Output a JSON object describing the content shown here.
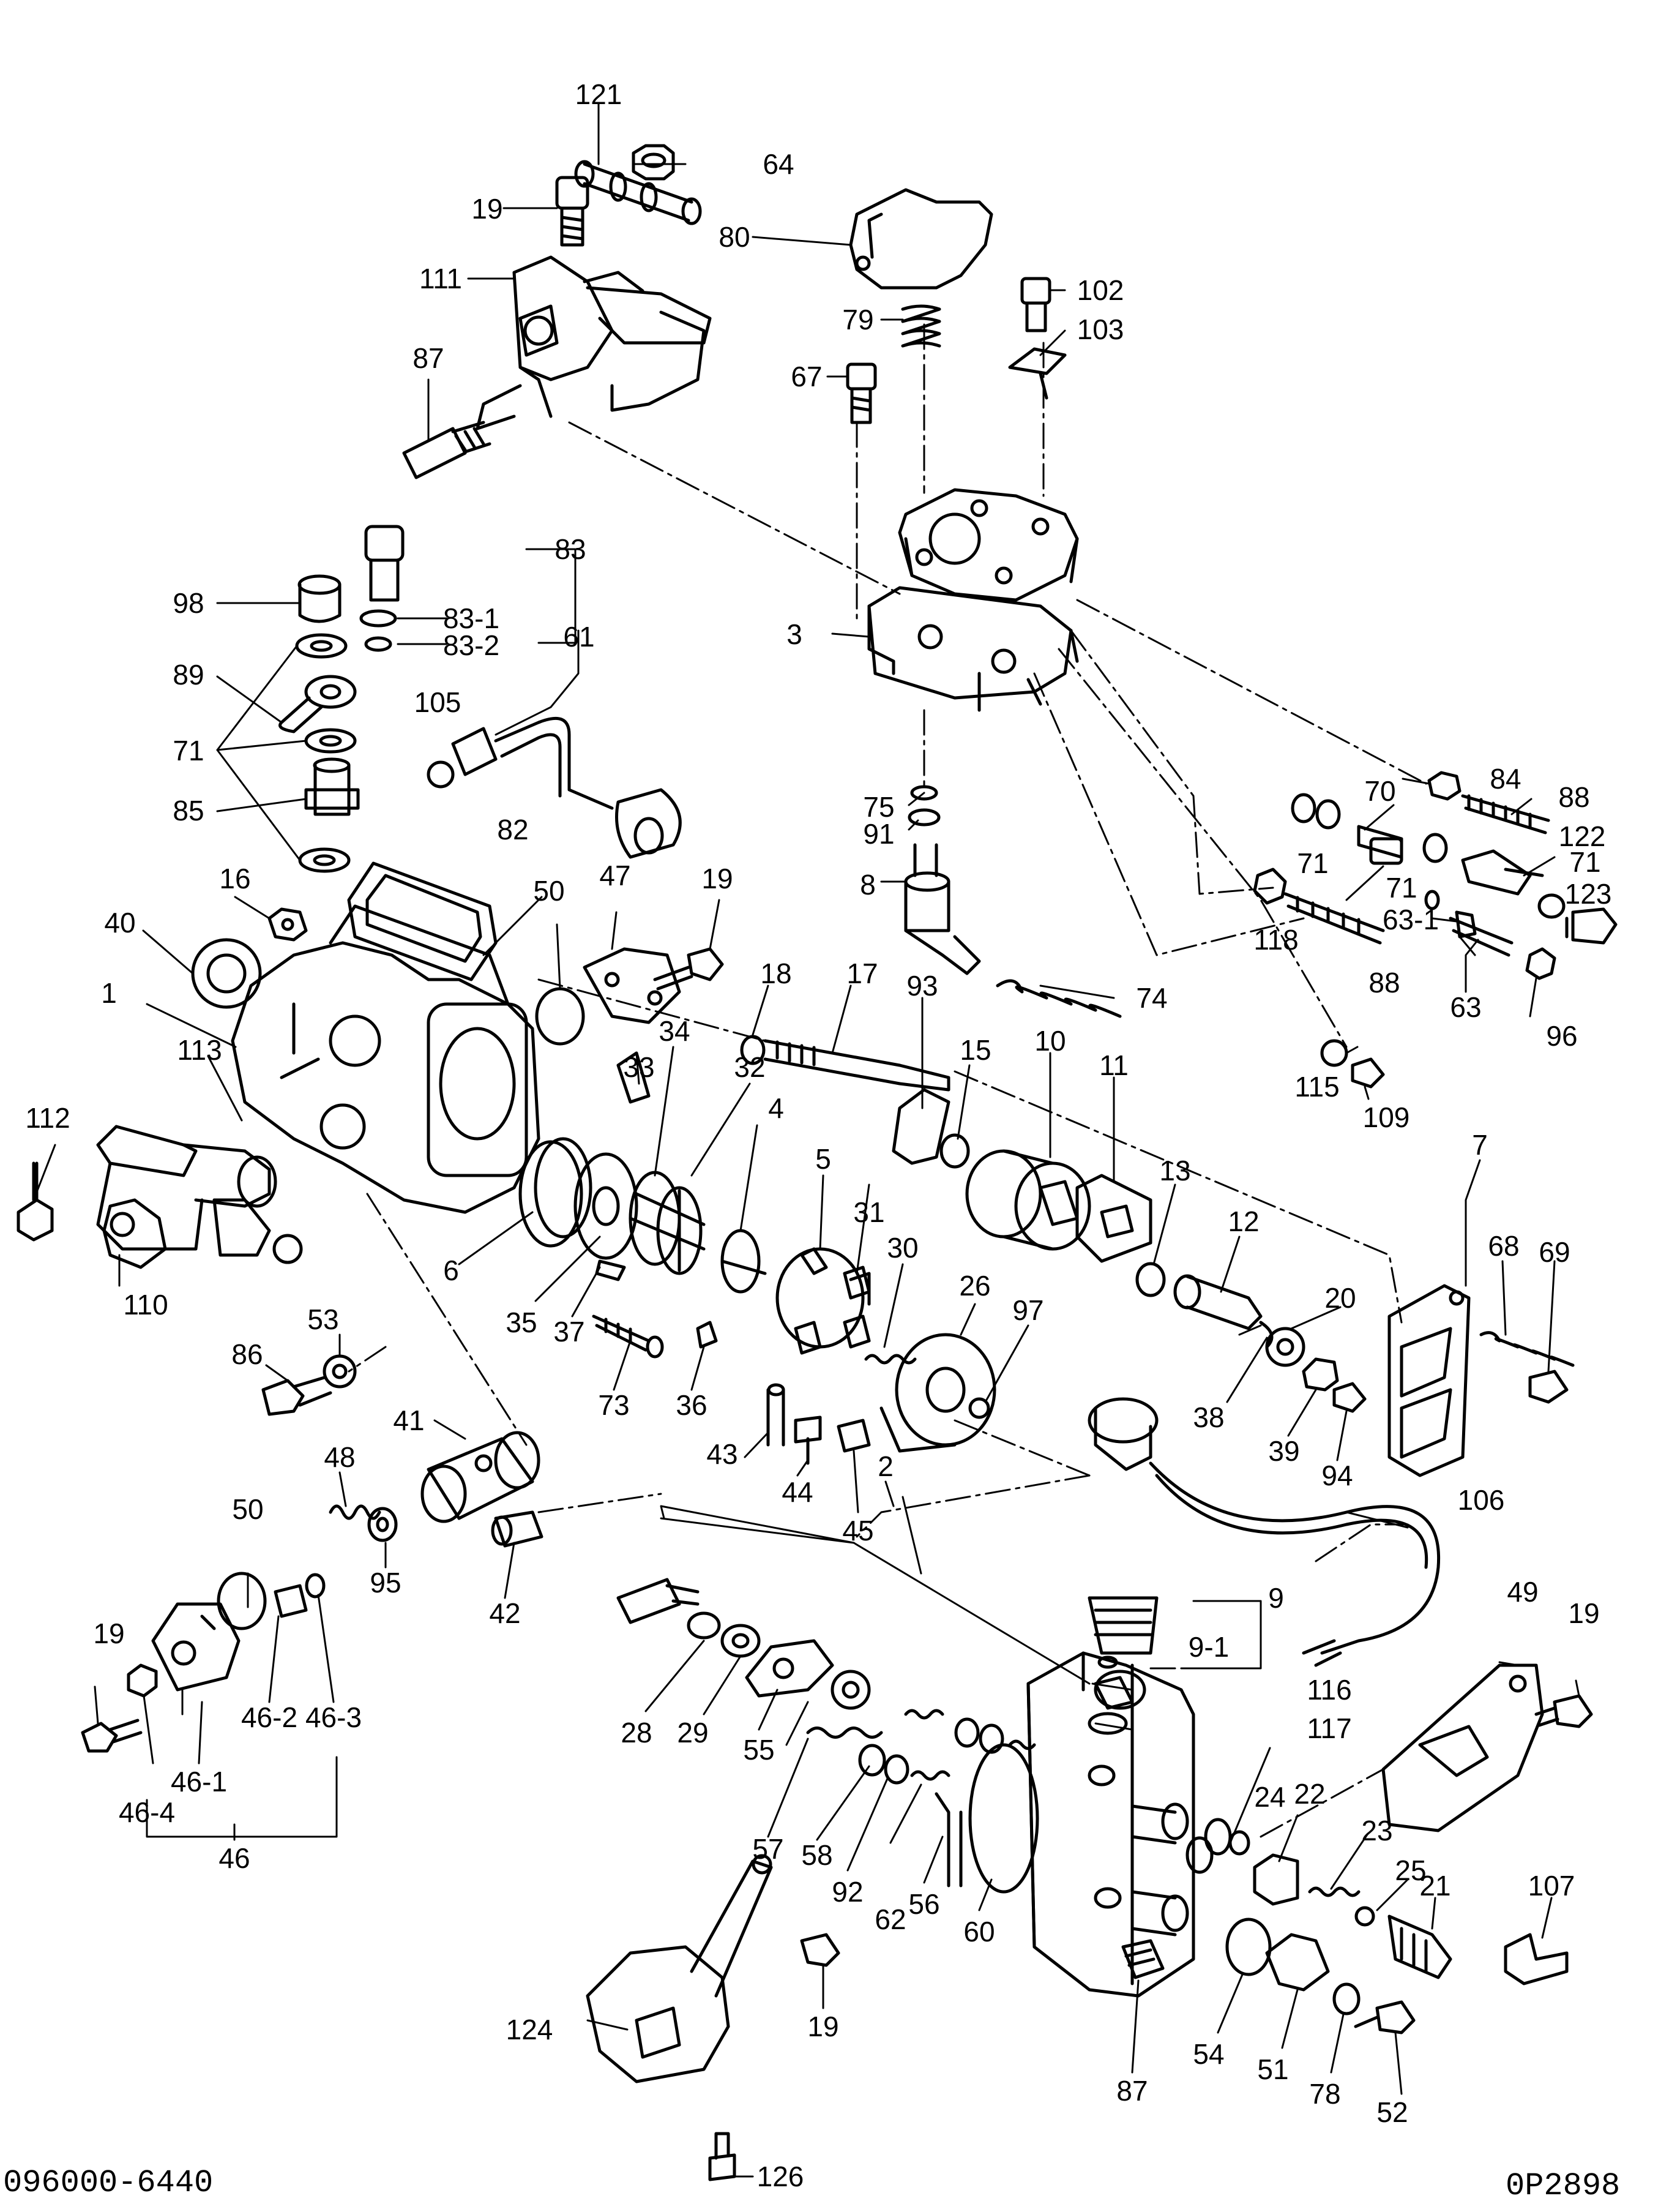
{
  "diagram": {
    "part_number": "096000-6440",
    "drawing_code": "0P2898",
    "line_color": "#000000",
    "background": "#ffffff",
    "callouts": {
      "c121": "121",
      "c19a": "19",
      "c111": "111",
      "c87a": "87",
      "c64": "64",
      "c80": "80",
      "c79": "79",
      "c102": "102",
      "c103": "103",
      "c67": "67",
      "c83": "83",
      "c83_1": "83-1",
      "c83_2": "83-2",
      "c98": "98",
      "c89": "89",
      "c71a": "71",
      "c85": "85",
      "c61": "61",
      "c105": "105",
      "c82": "82",
      "c3": "3",
      "c16": "16",
      "c40": "40",
      "c1": "1",
      "c113": "113",
      "c112": "112",
      "c110": "110",
      "c50a": "50",
      "c47": "47",
      "c19b": "19",
      "c18": "18",
      "c17": "17",
      "c93": "93",
      "c15": "15",
      "c10": "10",
      "c11": "11",
      "c13": "13",
      "c12": "12",
      "c7": "7",
      "c84": "84",
      "c70": "70",
      "c88a": "88",
      "c122": "122",
      "c71b": "71",
      "c71c": "71",
      "c71d": "71",
      "c123": "123",
      "c118": "118",
      "c63_1": "63-1",
      "c88b": "88",
      "c63": "63",
      "c96": "96",
      "c75": "75",
      "c91": "91",
      "c8": "8",
      "c74": "74",
      "c115": "115",
      "c109": "109",
      "c33": "33",
      "c34": "34",
      "c32": "32",
      "c4": "4",
      "c5": "5",
      "c31": "31",
      "c30": "30",
      "c26": "26",
      "c97": "97",
      "c6": "6",
      "c35": "35",
      "c37": "37",
      "c73": "73",
      "c36": "36",
      "c53": "53",
      "c86": "86",
      "c20": "20",
      "c38": "38",
      "c39": "39",
      "c94": "94",
      "c68": "68",
      "c69": "69",
      "c43": "43",
      "c44": "44",
      "c45": "45",
      "c41": "41",
      "c48": "48",
      "c50b": "50",
      "c95": "95",
      "c42": "42",
      "c2": "2",
      "c106": "106",
      "c9": "9",
      "c9_1": "9-1",
      "c49": "49",
      "c19c": "19",
      "c19d": "19",
      "c46_2": "46-2",
      "c46_3": "46-3",
      "c46_1": "46-1",
      "c46_4": "46-4",
      "c46": "46",
      "c28": "28",
      "c29": "29",
      "c55": "55",
      "c116": "116",
      "c117": "117",
      "c57": "57",
      "c58": "58",
      "c92": "92",
      "c62": "62",
      "c56": "56",
      "c60": "60",
      "c24": "24",
      "c22": "22",
      "c23": "23",
      "c25": "25",
      "c21": "21",
      "c107": "107",
      "c124": "124",
      "c19e": "19",
      "c54": "54",
      "c51": "51",
      "c78": "78",
      "c52": "52",
      "c87b": "87",
      "c126": "126"
    }
  }
}
